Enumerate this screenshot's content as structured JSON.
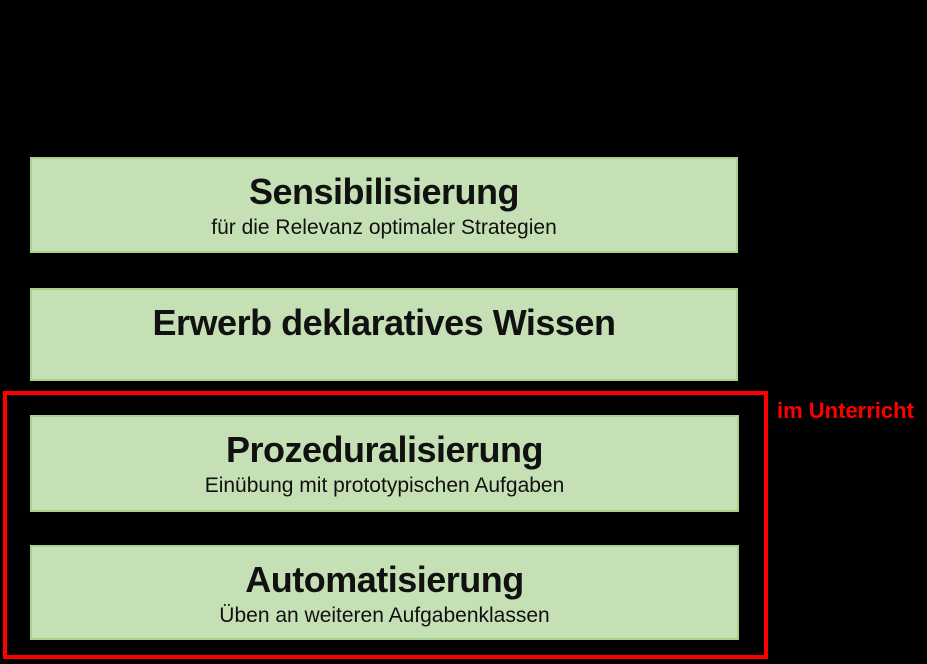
{
  "colors": {
    "background": "#000000",
    "box_fill": "#c5e0b4",
    "box_border": "#a9d18e",
    "highlight": "#ff0000",
    "box_text": "#111111"
  },
  "stages": [
    {
      "title": "Sensibilisierung",
      "subtitle": "für die Relevanz optimaler Strategien"
    },
    {
      "title": "Erwerb deklaratives Wissen",
      "subtitle": ""
    },
    {
      "title": "Prozeduralisierung",
      "subtitle": "Einübung mit prototypischen Aufgaben"
    },
    {
      "title": "Automatisierung",
      "subtitle": "Üben an weiteren Aufgabenklassen"
    }
  ],
  "annotation": {
    "label": "im Unterricht"
  }
}
